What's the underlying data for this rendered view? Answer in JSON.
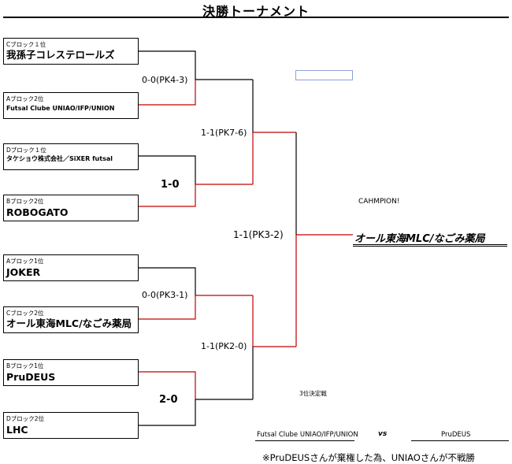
{
  "title": "決勝トーナメント",
  "teams": [
    {
      "block": "Cブロック１位",
      "name": "我孫子コレステロールズ"
    },
    {
      "block": "Aブロック2位",
      "name": "Futsal Clube UNIAO/IFP/UNION"
    },
    {
      "block": "Dブロック１位",
      "name": "タケショウ株式会社／SiXER futsal"
    },
    {
      "block": "Bブロック2位",
      "name": "ROBOGATO"
    },
    {
      "block": "Aブロック1位",
      "name": "JOKER"
    },
    {
      "block": "Cブロック2位",
      "name": "オール東海MLC/なごみ薬局"
    },
    {
      "block": "Bブロック1位",
      "name": "PruDEUS"
    },
    {
      "block": "Dブロック2位",
      "name": "LHC"
    }
  ],
  "scores": {
    "qf1": "0-0(PK4-3)",
    "qf2": "1-0",
    "qf3": "0-0(PK3-1)",
    "qf4": "2-0",
    "sf1": "1-1(PK7-6)",
    "sf2": "1-1(PK2-0)",
    "final": "1-1(PK3-2)"
  },
  "champion": {
    "label": "CAHMPION!",
    "name": "オール東海MLC/なごみ薬局"
  },
  "third_place": {
    "title": "3位決定戦",
    "team_left": "Futsal Clube UNIAO/IFP/UNION",
    "vs": "vs",
    "team_right": "PruDEUS"
  },
  "footnote": "※PruDEUSさんが棄権した為、UNIAOさんが不戦勝",
  "colors": {
    "winner_path": "#c00000",
    "line": "#000000",
    "cell_border": "#8ea0d8"
  }
}
